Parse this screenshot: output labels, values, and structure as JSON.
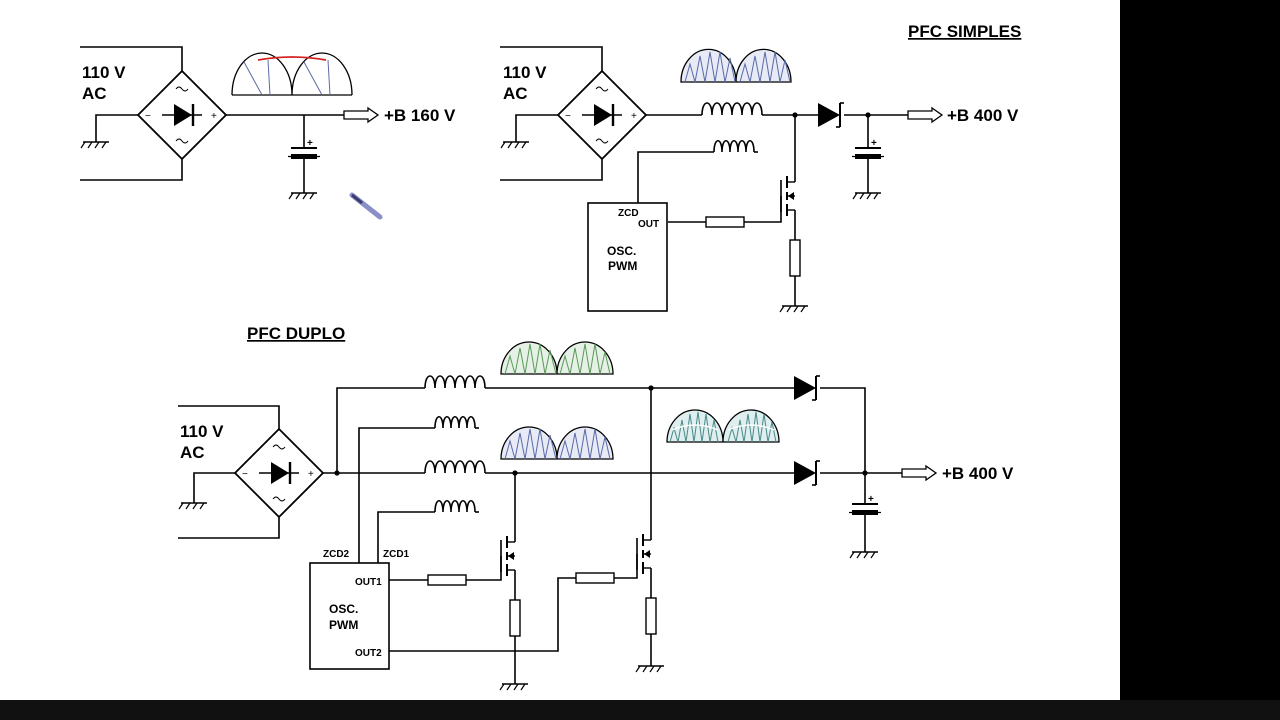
{
  "titles": {
    "pfc_simple": "PFC SIMPLES",
    "pfc_double": "PFC DUPLO"
  },
  "circuit1": {
    "input_line1": "110 V",
    "input_line2": "AC",
    "output": "+B 160 V"
  },
  "circuit2": {
    "input_line1": "110 V",
    "input_line2": "AC",
    "output": "+B 400 V",
    "zcd": "ZCD",
    "out": "OUT",
    "osc_line1": "OSC.",
    "osc_line2": "PWM"
  },
  "circuit3": {
    "input_line1": "110 V",
    "input_line2": "AC",
    "output": "+B 400 V",
    "zcd1": "ZCD1",
    "zcd2": "ZCD2",
    "out1": "OUT1",
    "out2": "OUT2",
    "osc_line1": "OSC.",
    "osc_line2": "PWM"
  },
  "colors": {
    "waveform_red": "#d42020",
    "waveform_blue": "#5a6aa8",
    "waveform_green": "#5a9a5a",
    "waveform_teal": "#4a8a8a"
  }
}
